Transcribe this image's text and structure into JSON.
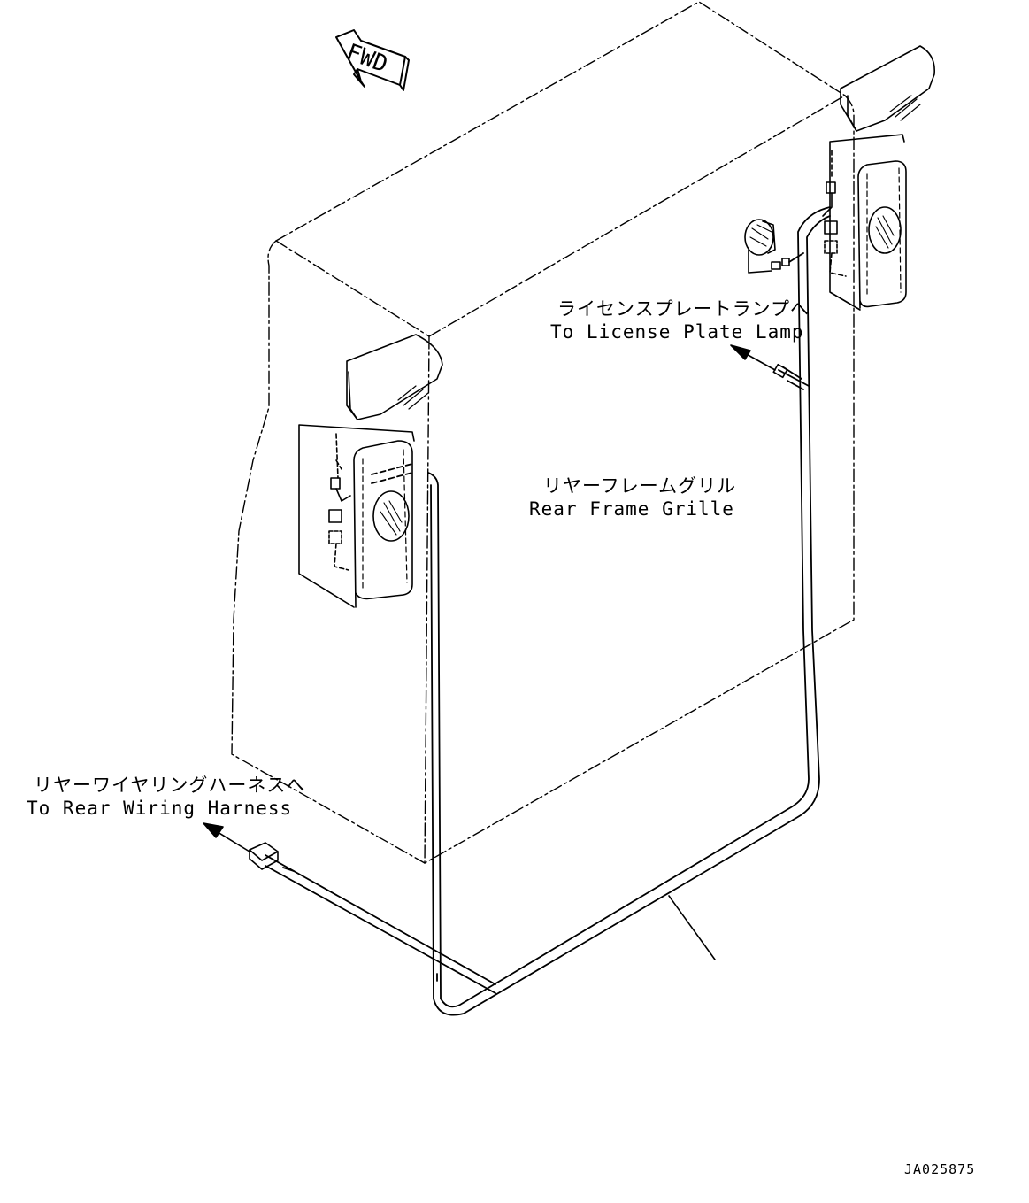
{
  "labels": {
    "license_lamp_jp": "ライセンスプレートランプへ",
    "license_lamp_en": "To License Plate Lamp",
    "grille_jp": "リヤーフレームグリル",
    "grille_en": "Rear Frame Grille",
    "harness_jp": "リヤーワイヤリングハーネスへ",
    "harness_en": "To Rear Wiring Harness"
  },
  "fwd": "FWD",
  "doc_id": "JA025875"
}
